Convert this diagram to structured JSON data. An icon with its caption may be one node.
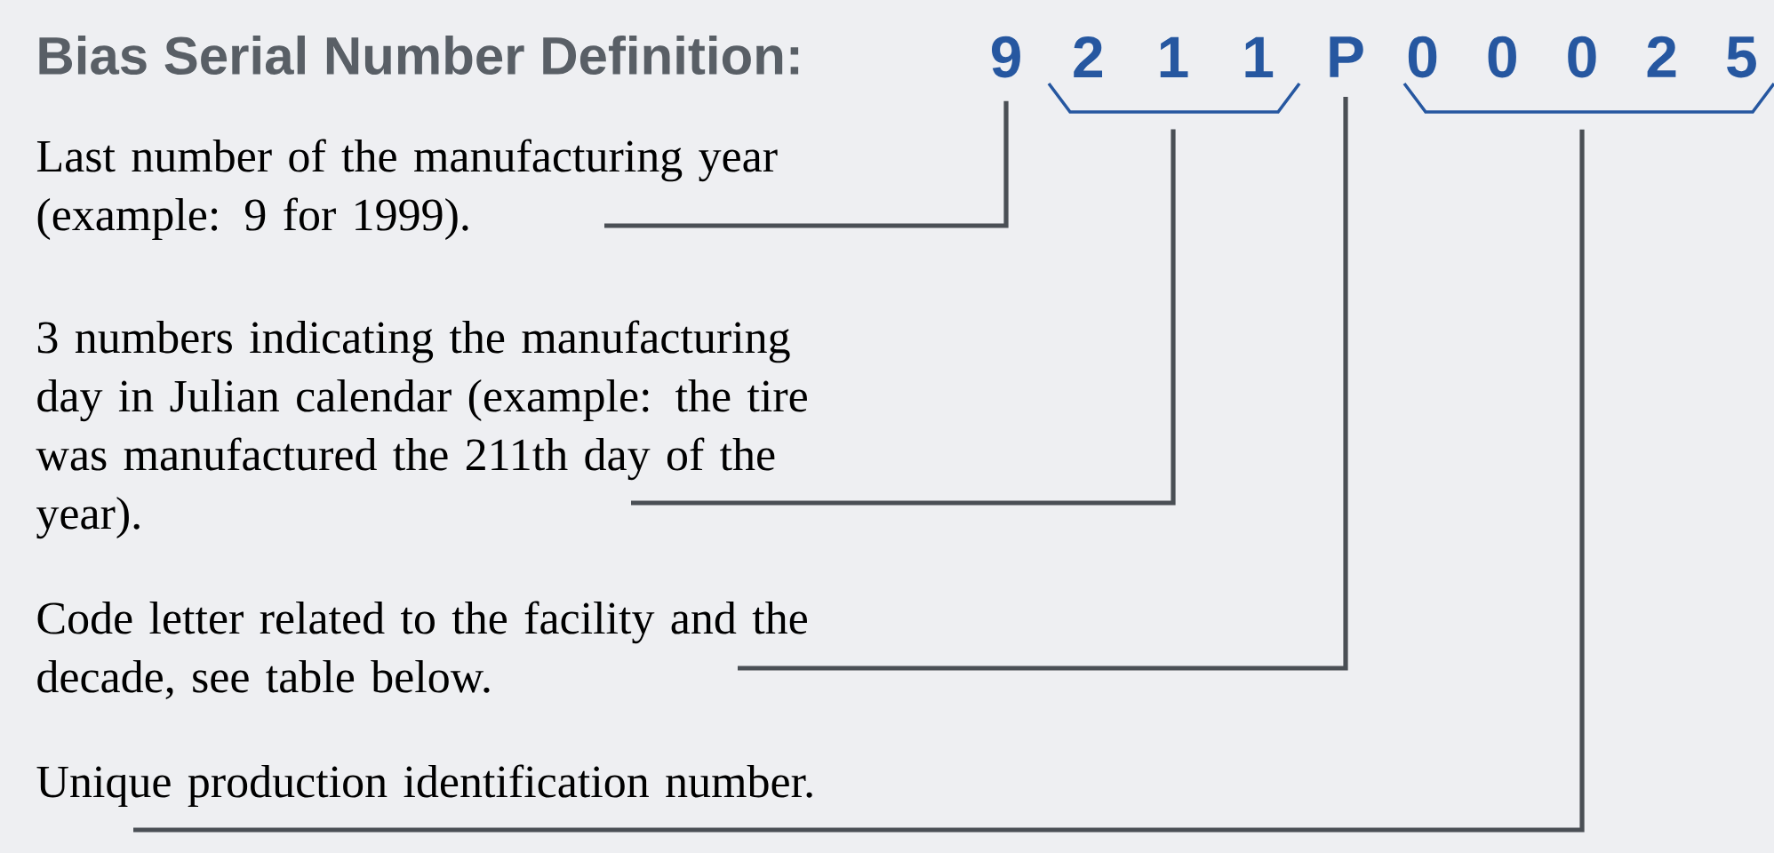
{
  "diagram": {
    "title": "Bias Serial Number Definition:",
    "nodes": [
      {
        "text": [
          "9"
        ]
      },
      {
        "text": [
          "2 1 1"
        ]
      },
      {
        "text": [
          "P"
        ]
      },
      {
        "text": [
          "0 0 0 2 5"
        ]
      },
      {
        "text": [
          "Last number of the manufacturing year (example: 9 for 1999)."
        ]
      },
      {
        "text": [
          "3 numbers indicating the manufacturing day in Julian calendar (example: the tire was manufactured the 211th day of the year)."
        ]
      },
      {
        "text": [
          "Code letter related to the facility and the decade, see table below."
        ]
      },
      {
        "text": [
          "Unique production identification number."
        ]
      }
    ],
    "edges": [
      {
        "from": 4,
        "to": 0,
        "arrow": "none"
      },
      {
        "from": 5,
        "to": 1,
        "arrow": "none"
      },
      {
        "from": 6,
        "to": 2,
        "arrow": "none"
      },
      {
        "from": 7,
        "to": 3,
        "arrow": "none"
      }
    ]
  }
}
